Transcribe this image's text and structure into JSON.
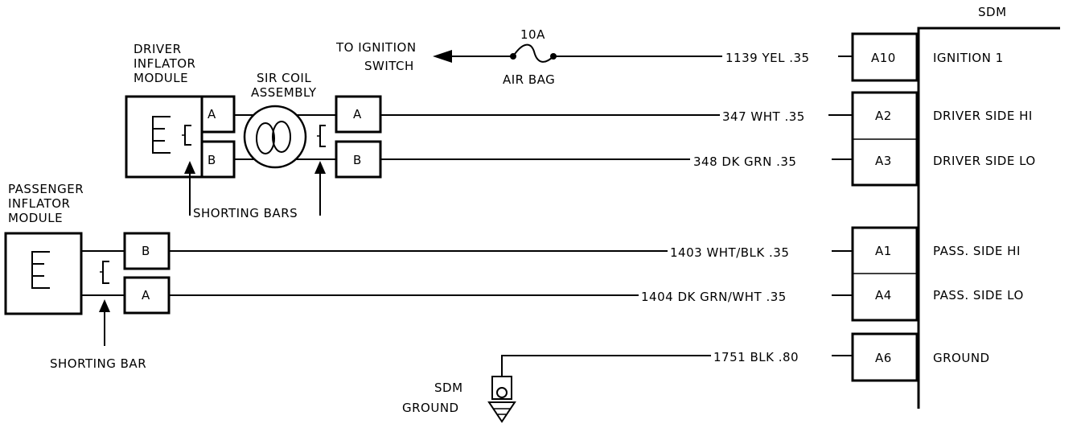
{
  "sdm": {
    "title": "SDM",
    "pins": [
      {
        "pin": "A10",
        "function": "IGNITION 1",
        "wire": "1139 YEL .35"
      },
      {
        "pin": "A2",
        "function": "DRIVER SIDE HI",
        "wire": "347 WHT .35"
      },
      {
        "pin": "A3",
        "function": "DRIVER SIDE LO",
        "wire": "348 DK GRN .35"
      },
      {
        "pin": "A1",
        "function": "PASS. SIDE HI",
        "wire": "1403 WHT/BLK .35"
      },
      {
        "pin": "A4",
        "function": "PASS. SIDE LO",
        "wire": "1404 DK GRN/WHT .35"
      },
      {
        "pin": "A6",
        "function": "GROUND",
        "wire": "1751 BLK .80"
      }
    ]
  },
  "ignition": {
    "label_line1": "TO IGNITION",
    "label_line2": "SWITCH",
    "fuse_rating": "10A",
    "fuse_name": "AIR BAG"
  },
  "driver_module": {
    "label_line1": "DRIVER",
    "label_line2": "INFLATOR",
    "label_line3": "MODULE",
    "pin_a": "A",
    "pin_b": "B"
  },
  "sir_coil": {
    "label_line1": "SIR COIL",
    "label_line2": "ASSEMBLY",
    "pin_a": "A",
    "pin_b": "B"
  },
  "passenger_module": {
    "label_line1": "PASSENGER",
    "label_line2": "INFLATOR",
    "label_line3": "MODULE",
    "pin_b": "B",
    "pin_a": "A"
  },
  "shorting_bars_label": "SHORTING BARS",
  "shorting_bar_label": "SHORTING BAR",
  "sdm_ground": {
    "label_line1": "SDM",
    "label_line2": "GROUND"
  }
}
